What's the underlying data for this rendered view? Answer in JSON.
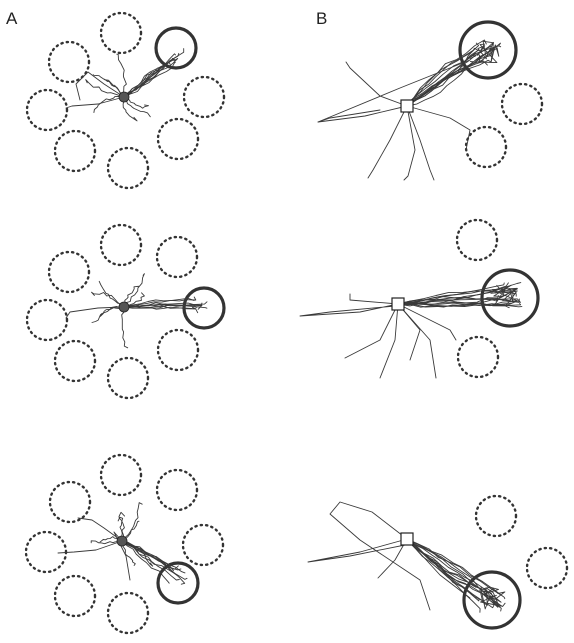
{
  "panels": [
    {
      "id": "A",
      "label": "A"
    },
    {
      "id": "B",
      "label": "B"
    }
  ],
  "colors": {
    "stroke": "#333333",
    "trajectory": "#3a3a3a",
    "background": "#ffffff"
  }
}
